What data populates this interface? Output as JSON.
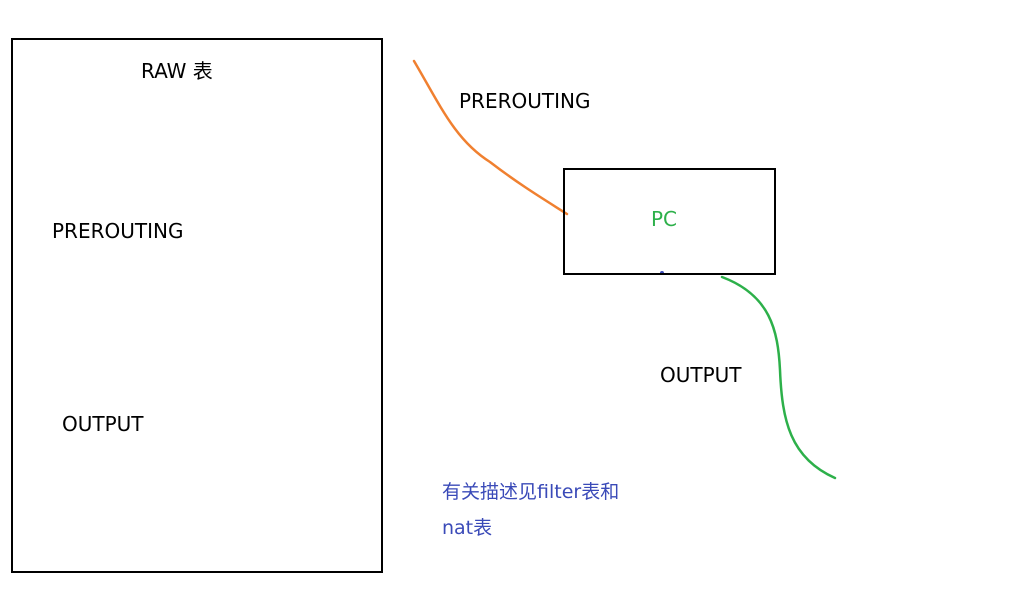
{
  "raw_table": {
    "title": "RAW 表",
    "chain_1": "PREROUTING",
    "chain_2": "OUTPUT"
  },
  "flow": {
    "in_label": "PREROUTING",
    "out_label": "OUTPUT",
    "pc_label": "PC"
  },
  "note": {
    "line_1": "有关描述见filter表和",
    "line_2": "nat表"
  },
  "colors": {
    "in_curve": "#f08030",
    "out_curve": "#2db04a",
    "pc_text": "#2db04a",
    "note_text": "#3a4ab8"
  }
}
